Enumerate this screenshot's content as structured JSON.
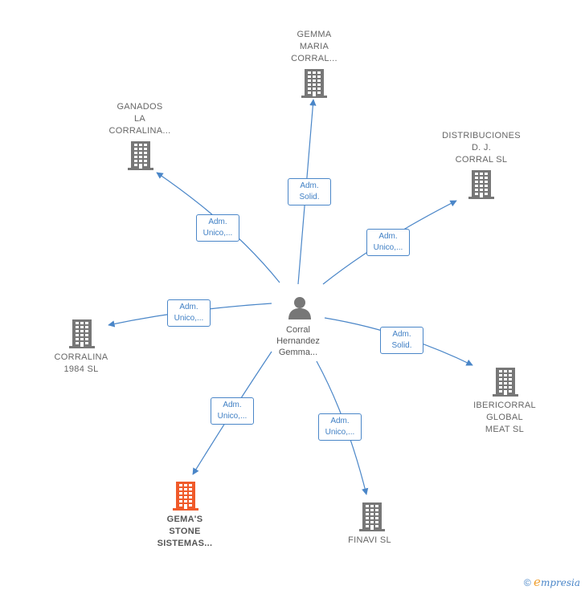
{
  "center": {
    "label": "Corral\nHernandez\nGemma..."
  },
  "nodes": [
    {
      "id": "gemma-maria-corral",
      "label": "GEMMA\nMARIA\nCORRAL...",
      "color": "#777777",
      "bold": false
    },
    {
      "id": "ganados-la-corralina",
      "label": "GANADOS\nLA\nCORRALINA...",
      "color": "#777777",
      "bold": false
    },
    {
      "id": "distribuciones-dj-corral",
      "label": "DISTRIBUCIONES\nD. J.\nCORRAL SL",
      "color": "#777777",
      "bold": false
    },
    {
      "id": "corralina-1984",
      "label": "CORRALINA\n1984 SL",
      "color": "#777777",
      "bold": false
    },
    {
      "id": "ibericorral-global-meat",
      "label": "IBERICORRAL\nGLOBAL\nMEAT SL",
      "color": "#777777",
      "bold": false
    },
    {
      "id": "gemas-stone-sistemas",
      "label": "GEMA'S\nSTONE\nSISTEMAS...",
      "color": "#f05a2a",
      "bold": true
    },
    {
      "id": "finavi",
      "label": "FINAVI SL",
      "color": "#777777",
      "bold": false
    }
  ],
  "edges": [
    {
      "to": "gemma-maria-corral",
      "label": "Adm.\nSolid."
    },
    {
      "to": "ganados-la-corralina",
      "label": "Adm.\nUnico,..."
    },
    {
      "to": "distribuciones-dj-corral",
      "label": "Adm.\nUnico,..."
    },
    {
      "to": "corralina-1984",
      "label": "Adm.\nUnico,..."
    },
    {
      "to": "ibericorral-global-meat",
      "label": "Adm.\nSolid."
    },
    {
      "to": "gemas-stone-sistemas",
      "label": "Adm.\nUnico,..."
    },
    {
      "to": "finavi",
      "label": "Adm.\nUnico,..."
    }
  ],
  "footer": {
    "copyright": "©",
    "brand_first": "e",
    "brand_rest": "mpresia"
  },
  "colors": {
    "edge": "#4a86c8",
    "building": "#777777",
    "highlight": "#f05a2a",
    "person": "#777777"
  }
}
